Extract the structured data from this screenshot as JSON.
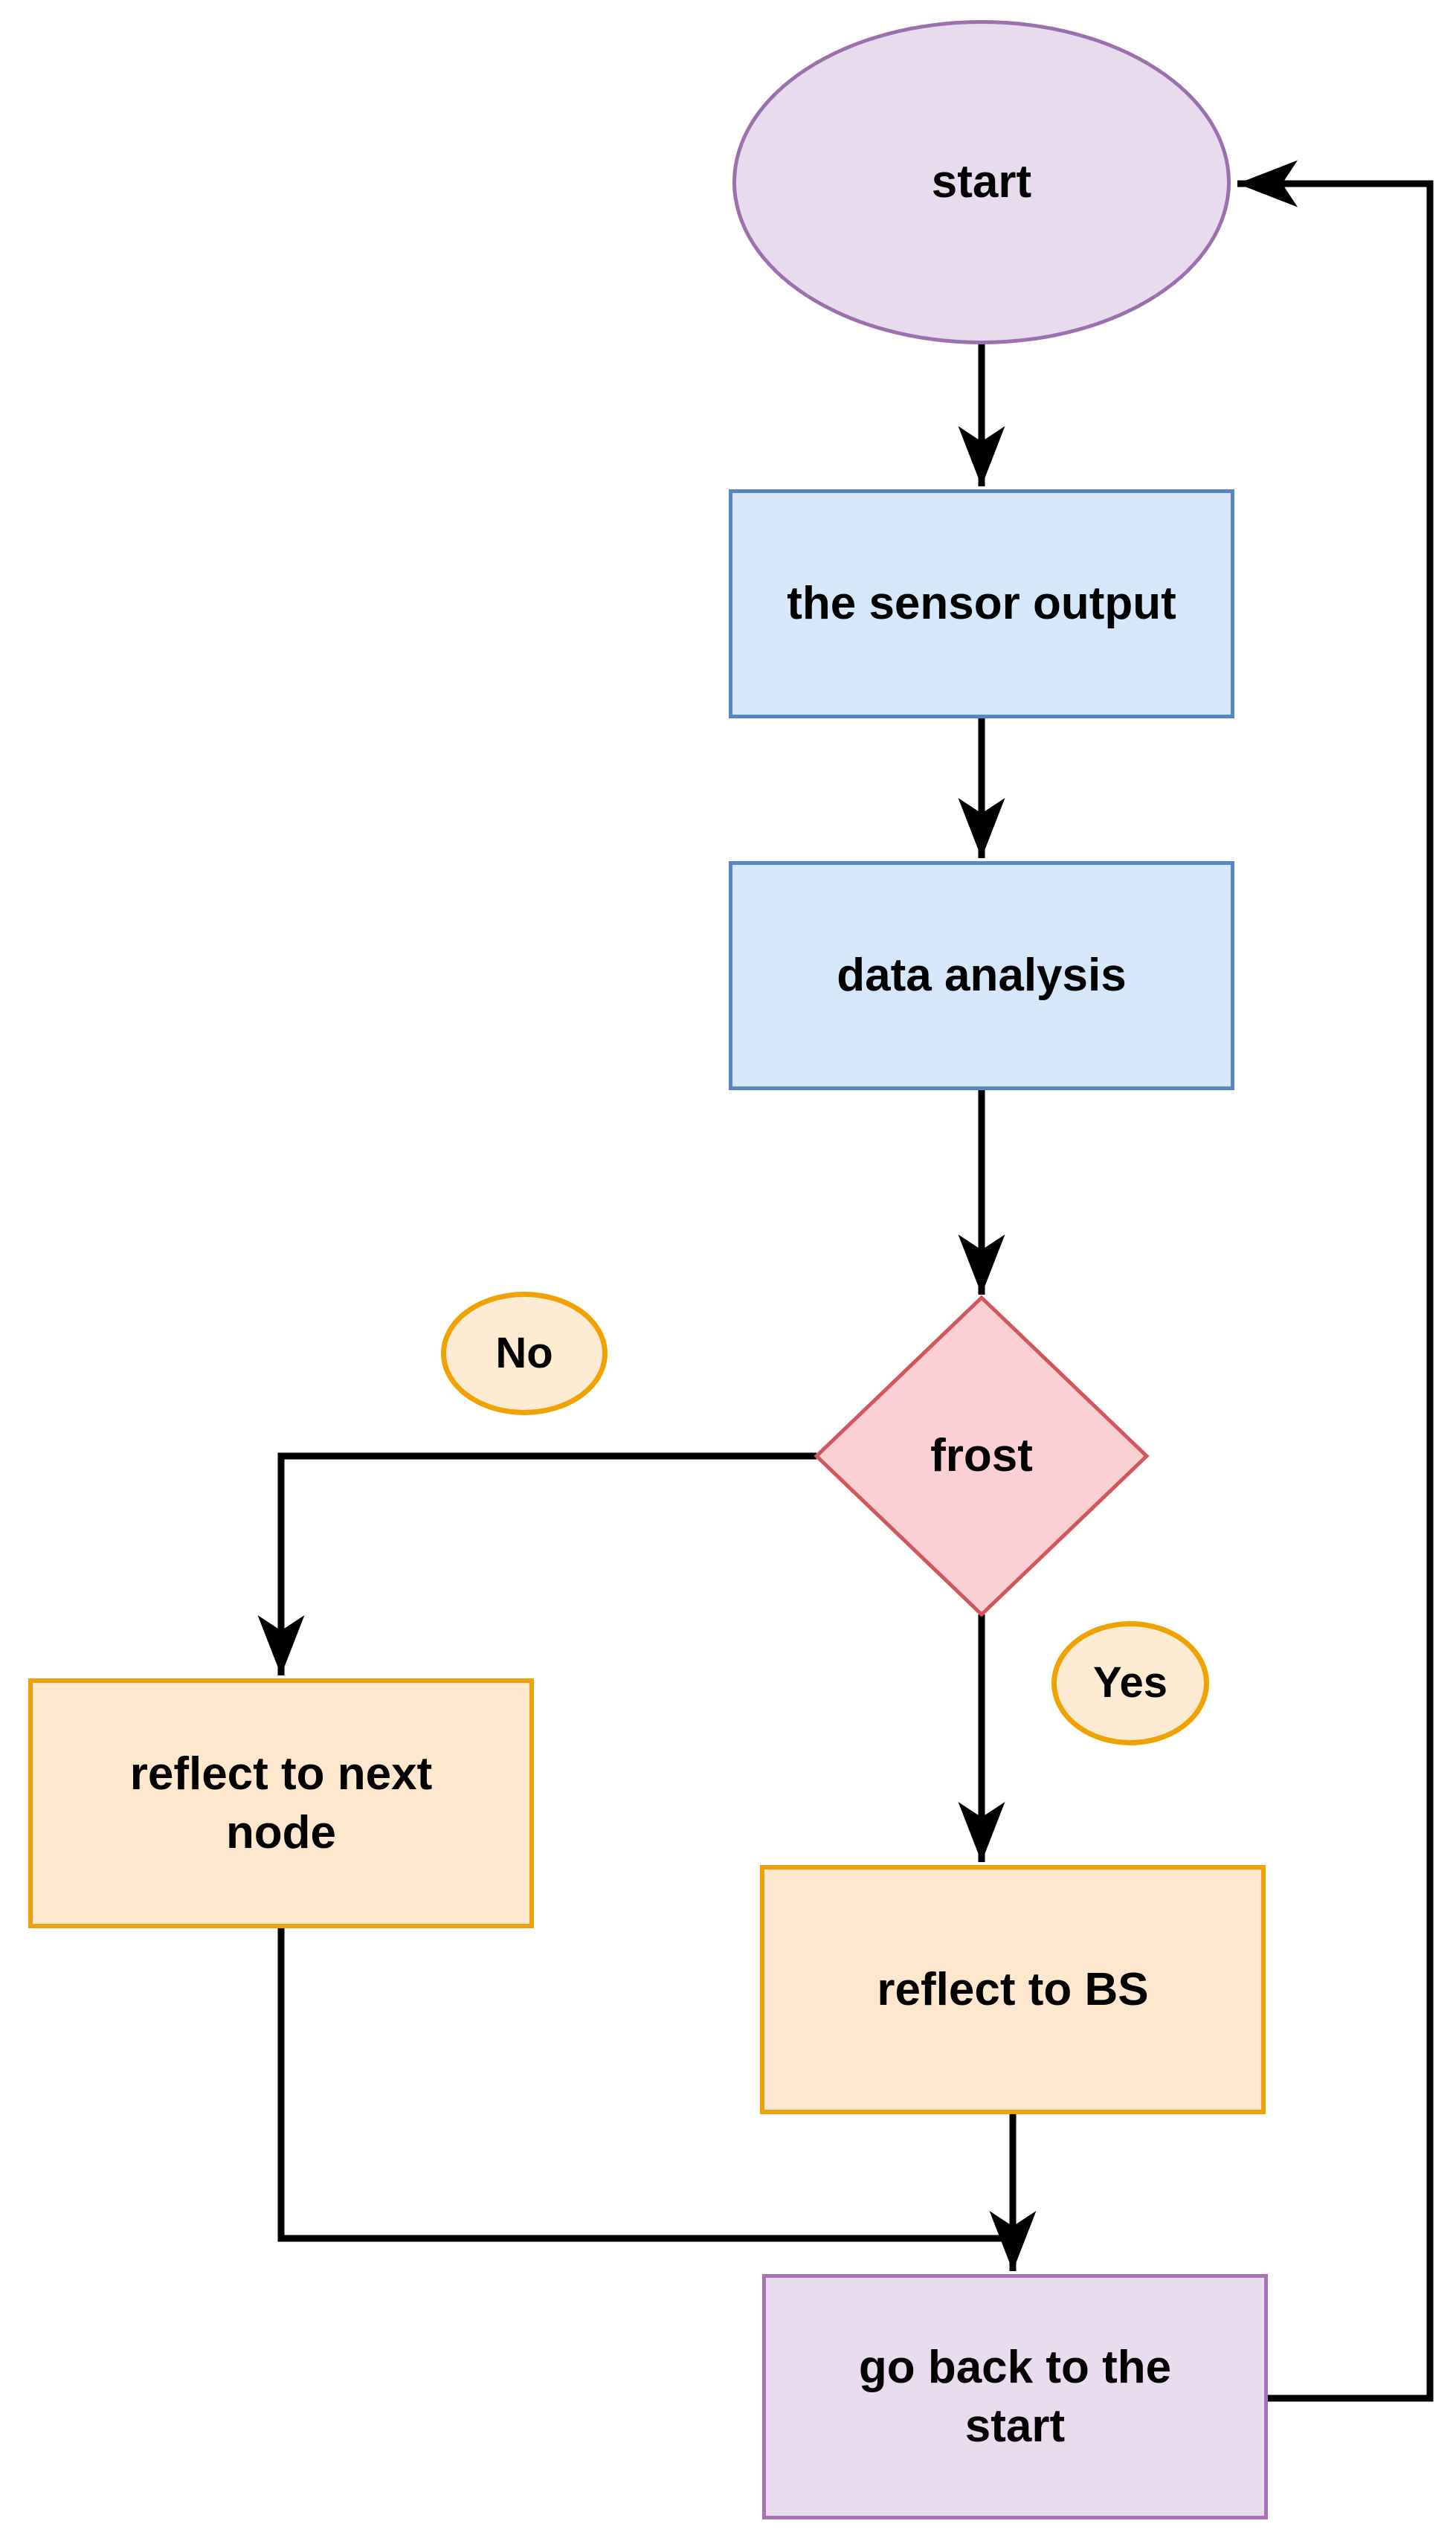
{
  "diagram": {
    "type": "flowchart",
    "background_color": "#FFFFFF",
    "line_color": "#000000",
    "nodes": {
      "start": {
        "label": "start",
        "shape": "ellipse",
        "fill": "#E9DBEE",
        "border": "#9C6FAE"
      },
      "sensor_output": {
        "label": "the sensor output",
        "shape": "rect",
        "fill": "#D6E7FA",
        "border": "#5886C4"
      },
      "data_analysis": {
        "label": "data analysis",
        "shape": "rect",
        "fill": "#D6E7FA",
        "border": "#5886C4"
      },
      "frost": {
        "label": "frost",
        "shape": "diamond",
        "fill": "#FAD0D4",
        "border": "#D4555C"
      },
      "reflect_next_node": {
        "label": "reflect to next node",
        "shape": "rect",
        "fill": "#FDE7CF",
        "border": "#F0A009"
      },
      "reflect_bs": {
        "label": "reflect to BS",
        "shape": "rect",
        "fill": "#FDE7CF",
        "border": "#F0A009"
      },
      "go_back": {
        "label": "go back to the start",
        "shape": "rect",
        "fill": "#E9DCEE",
        "border": "#A674B4"
      }
    },
    "branch_labels": {
      "no": {
        "label": "No",
        "shape": "ellipse",
        "fill": "#FDEBD3",
        "border": "#F0A202"
      },
      "yes": {
        "label": "Yes",
        "shape": "ellipse",
        "fill": "#FDEBD3",
        "border": "#F0A202"
      }
    },
    "edges": [
      {
        "from": "start",
        "to": "sensor_output"
      },
      {
        "from": "sensor_output",
        "to": "data_analysis"
      },
      {
        "from": "data_analysis",
        "to": "frost"
      },
      {
        "from": "frost",
        "to": "reflect_next_node",
        "condition": "No"
      },
      {
        "from": "frost",
        "to": "reflect_bs",
        "condition": "Yes"
      },
      {
        "from": "reflect_next_node",
        "to": "go_back"
      },
      {
        "from": "reflect_bs",
        "to": "go_back"
      },
      {
        "from": "go_back",
        "to": "start"
      }
    ]
  }
}
